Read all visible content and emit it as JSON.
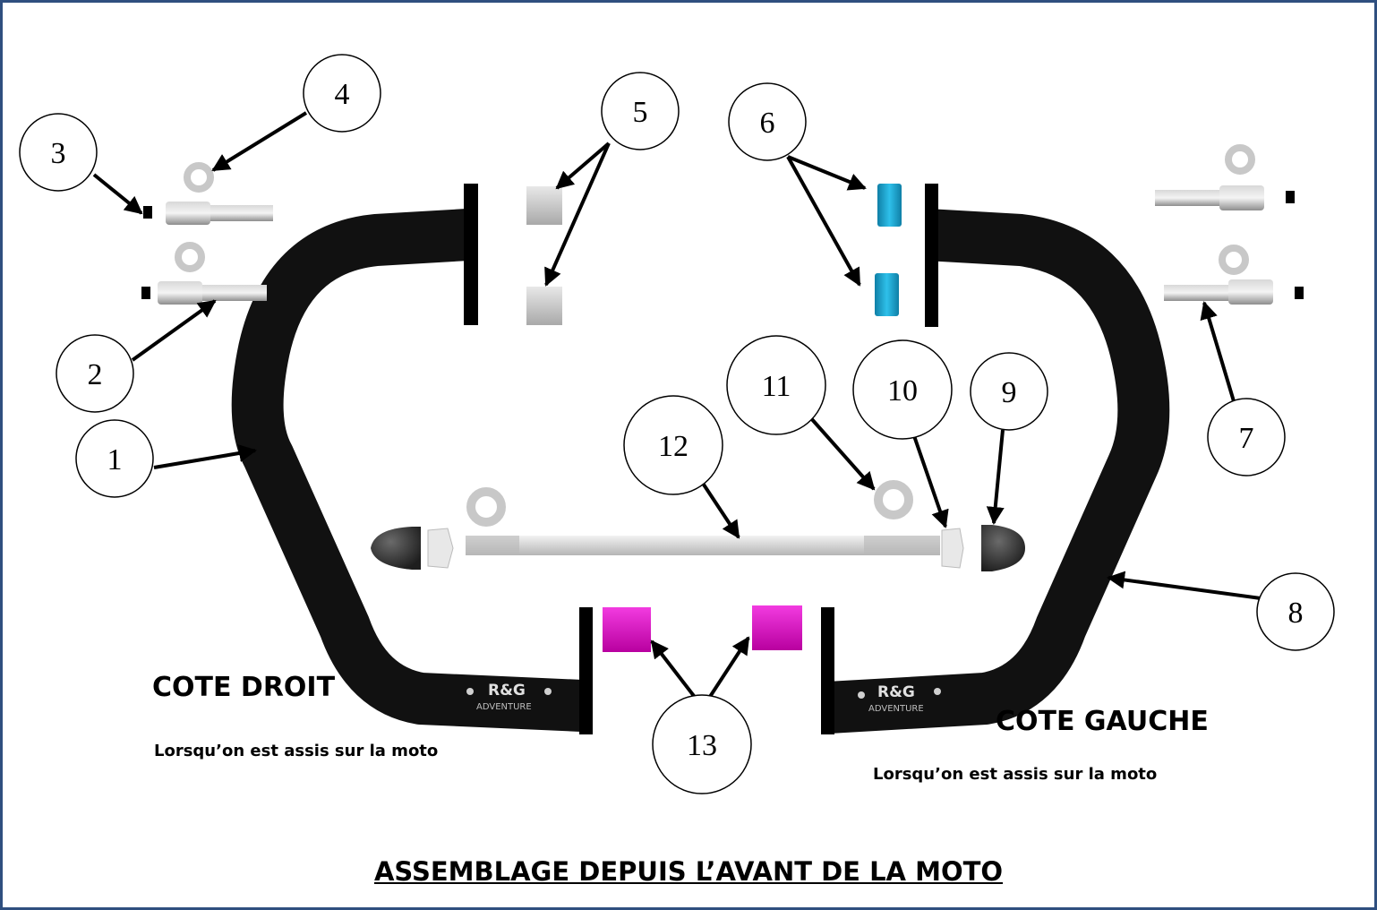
{
  "title": "ASSEMBLAGE DEPUIS L’AVANT DE LA MOTO",
  "right_side": {
    "label": "COTE DROIT",
    "note": "Lorsqu’on est assis sur la moto"
  },
  "left_side": {
    "label": "COTE GAUCHE",
    "note": "Lorsqu’on est assis sur la moto"
  },
  "callouts": [
    "1",
    "2",
    "3",
    "4",
    "5",
    "6",
    "7",
    "8",
    "9",
    "10",
    "11",
    "12",
    "13"
  ],
  "logo": {
    "brand": "R&G",
    "line": "ADVENTURE"
  },
  "colors": {
    "frame": "#2f4f7f",
    "bar": "#111111",
    "spacer_grey": "#cfcfcf",
    "spacer_blue": "#1aa3d0",
    "spacer_pink": "#e10bc8"
  }
}
